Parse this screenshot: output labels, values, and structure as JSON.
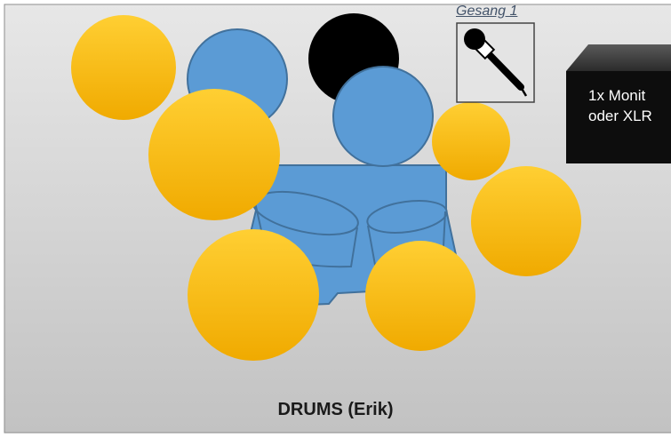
{
  "stage": {
    "title": "DRUMS (Erik)",
    "mic_label": "Gesang 1",
    "monitor_note": [
      "1x Monit",
      "oder XLR"
    ]
  },
  "colors": {
    "background_top": "#e6e6e6",
    "background_bottom": "#c2c2c2",
    "drum_blue": "#5b9bd5",
    "drum_outline": "#41719c",
    "cymbal_top": "#ffcf33",
    "cymbal_bottom": "#f2ac00",
    "kick_black": "#000000",
    "monitor_box": "#0d0d0d"
  },
  "icons": [
    "microphone-icon",
    "monitor-wedge-icon"
  ]
}
